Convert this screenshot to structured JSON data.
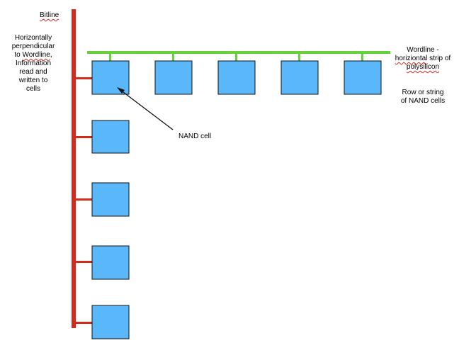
{
  "labels": {
    "bitline": "Bitline",
    "bitline_desc": {
      "line1": "Horizontally",
      "line2": "perpendicular",
      "line3_pre": "to ",
      "line3_word": "Wordline",
      "line3_post": ",",
      "line4": "Information",
      "line5": "read and",
      "line6": "written to",
      "line7": "cells"
    },
    "wordline": {
      "line1": "Wordline -",
      "line2_word": "horiziontal",
      "line2_post": " strip of",
      "line3": "polysilicon"
    },
    "row": {
      "line1": "Row or string",
      "line2": "of NAND cells"
    },
    "nand_cell": "NAND cell"
  },
  "colors": {
    "bitline": "#d42a1e",
    "wordline": "#66d13c",
    "cell_fill": "#5ab7f9",
    "cell_stroke": "#111111",
    "arrow": "#111111"
  }
}
